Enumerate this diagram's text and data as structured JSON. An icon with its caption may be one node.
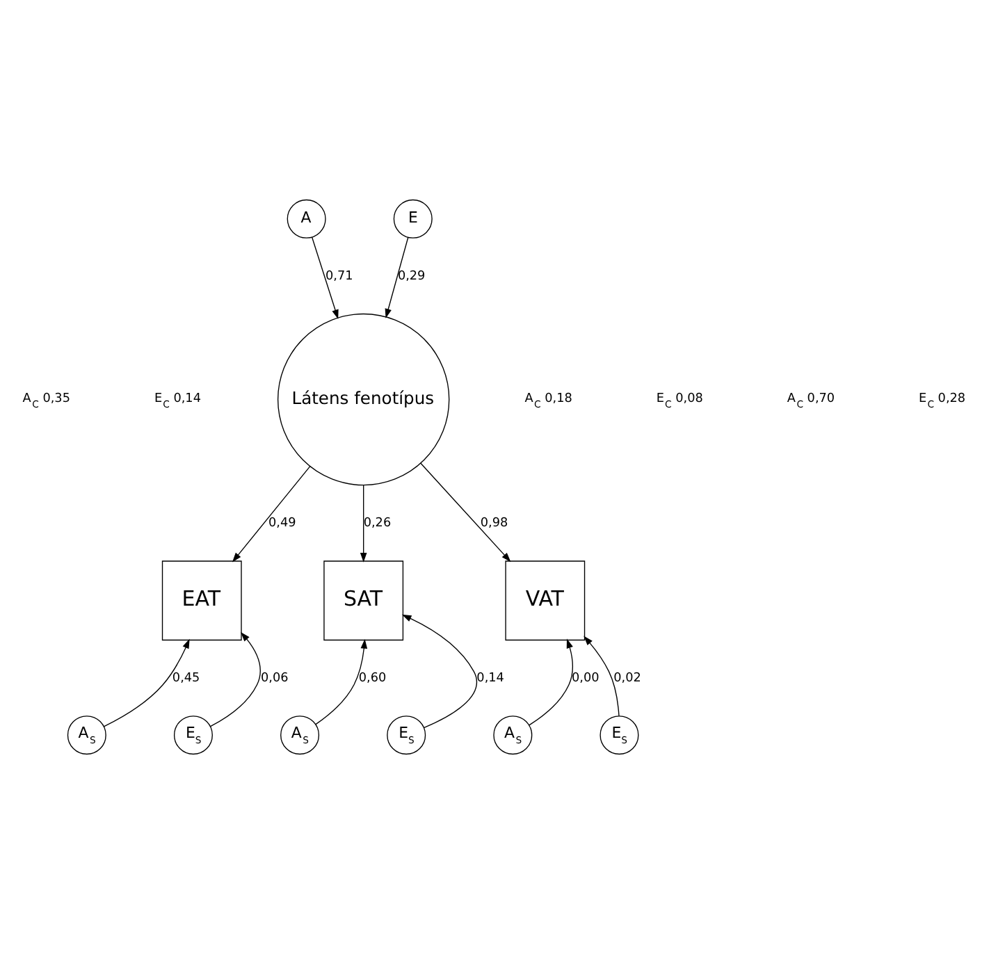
{
  "diagram": {
    "nodes": [
      {
        "text": [
          "A"
        ]
      },
      {
        "text": [
          "E"
        ]
      },
      {
        "text": [
          "Látens fenotípus"
        ]
      },
      {
        "text": [
          "EAT"
        ]
      },
      {
        "text": [
          "SAT"
        ]
      },
      {
        "text": [
          "VAT"
        ]
      },
      {
        "text": [
          "A$_{S}$"
        ]
      },
      {
        "text": [
          "E$_{S}$"
        ]
      },
      {
        "text": [
          "A$_{S}$"
        ]
      },
      {
        "text": [
          "E$_{S}$"
        ]
      },
      {
        "text": [
          "A$_{S}$"
        ]
      },
      {
        "text": [
          "E$_{S}$"
        ]
      }
    ],
    "edges": [
      {
        "from": 0,
        "to": 2,
        "arrow": "to",
        "label": "0,71"
      },
      {
        "from": 1,
        "to": 2,
        "arrow": "to",
        "label": "0,29"
      },
      {
        "from": 2,
        "to": 3,
        "arrow": "to",
        "label": "0,49"
      },
      {
        "from": 2,
        "to": 4,
        "arrow": "to",
        "label": "0,26"
      },
      {
        "from": 2,
        "to": 5,
        "arrow": "to",
        "label": "0,98"
      },
      {
        "from": 6,
        "to": 3,
        "arrow": "to",
        "label": "0,45"
      },
      {
        "from": 7,
        "to": 3,
        "arrow": "to",
        "label": "0,06"
      },
      {
        "from": 8,
        "to": 4,
        "arrow": "to",
        "label": "0,60"
      },
      {
        "from": 9,
        "to": 4,
        "arrow": "to",
        "label": "0,14"
      },
      {
        "from": 10,
        "to": 5,
        "arrow": "to",
        "label": "0,00"
      },
      {
        "from": 11,
        "to": 5,
        "arrow": "to",
        "label": "0,02"
      }
    ],
    "labels": [
      "A$_{C}$ 0,35",
      "E$_{C}$ 0,14",
      "A$_{C}$ 0,18",
      "E$_{C}$ 0,08",
      "A$_{C}$ 0,70",
      "E$_{C}$ 0,28"
    ]
  }
}
